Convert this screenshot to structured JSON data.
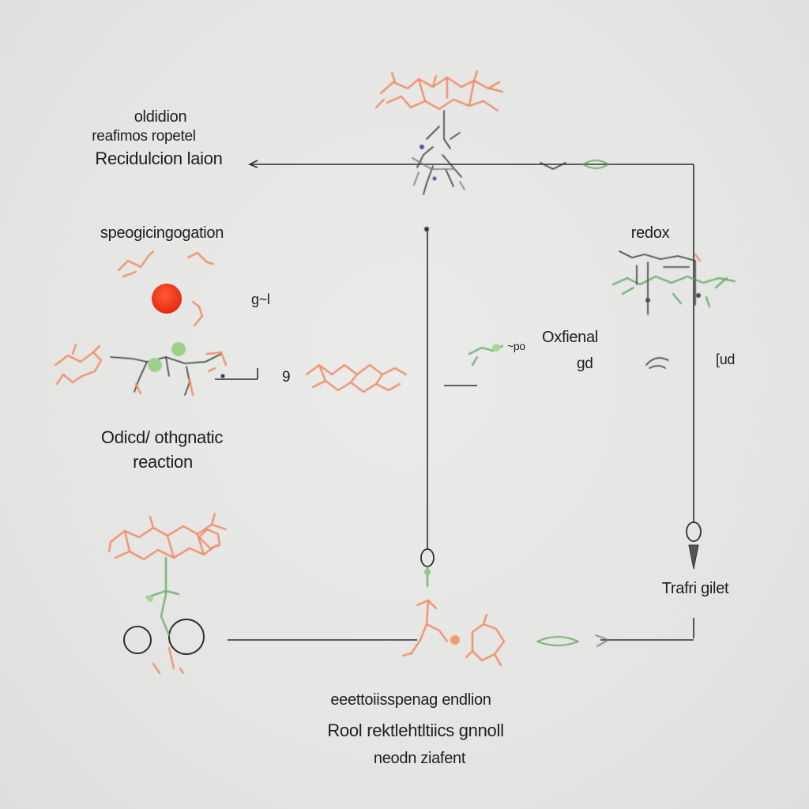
{
  "labels": {
    "top_left_1": "oldidion",
    "top_left_2": "reafimos ropetel",
    "top_left_3": "Recidulcion laion",
    "left_mid": "speogicingogation",
    "left_small": "g~l",
    "left_nine": "9",
    "left_bottom_1": "Odicd/ othgnatic",
    "left_bottom_2": "reaction",
    "right_top": "redox",
    "center_1": "Oxfienal",
    "center_small_1": "~po",
    "center_small_2": "gd",
    "center_small_3": "[ud",
    "right_bottom": "Trafri gilet",
    "bottom_1": "eeettoiisspenag endlion",
    "bottom_2": "Rool rektlehtltiics gnnoll",
    "bottom_3": "neodn ziafent"
  },
  "colors": {
    "background": "#e7e7e6",
    "molecule_orange": "#f08a63",
    "molecule_green": "#6fae6f",
    "red_dot": "#f2371c",
    "line": "#2e2e2e"
  }
}
